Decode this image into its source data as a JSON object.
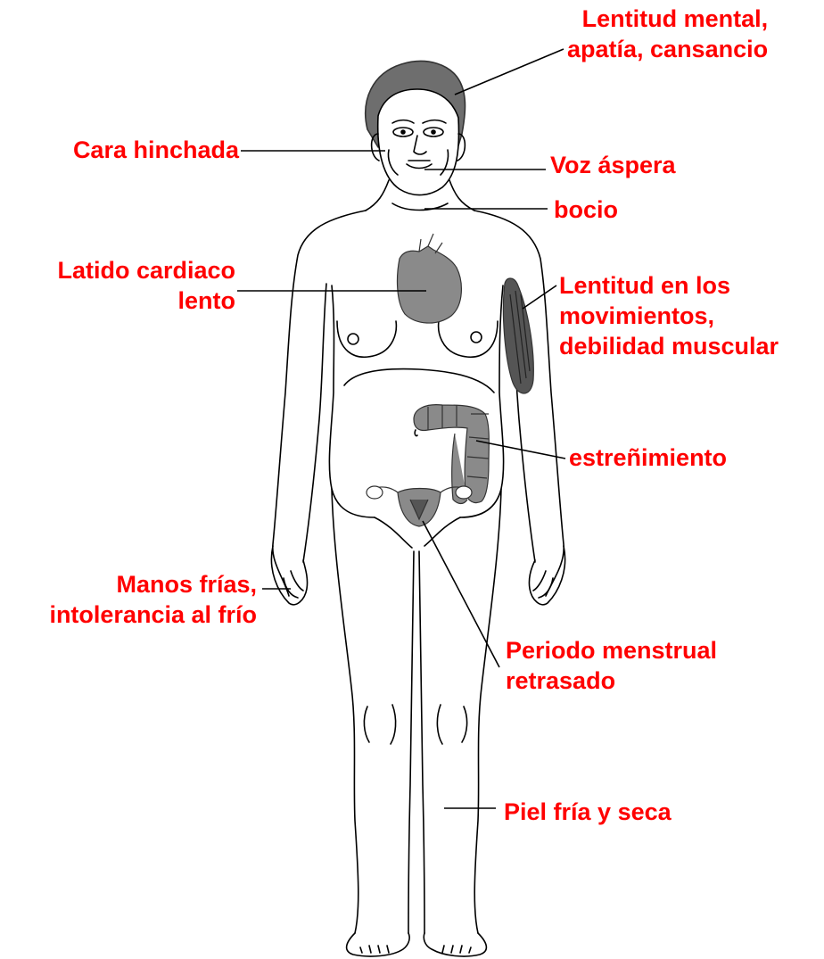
{
  "labels": {
    "mental": [
      "Lentitud mental,",
      "apatía, cansancio"
    ],
    "cara": [
      "Cara hinchada"
    ],
    "voz": [
      "Voz áspera"
    ],
    "bocio": [
      "bocio"
    ],
    "latido": [
      "Latido cardiaco",
      "lento"
    ],
    "musculo": [
      "Lentitud en los",
      "movimientos,",
      "debilidad muscular"
    ],
    "estrenimiento": [
      "estreñimiento"
    ],
    "manos": [
      "Manos frías,",
      "intolerancia al frío"
    ],
    "periodo": [
      "Periodo menstrual",
      "retrasado"
    ],
    "piel": [
      "Piel fría y seca"
    ]
  },
  "colors": {
    "label": "#ff0000",
    "outline": "#000000",
    "organ": "#8a8a8a",
    "organ_dark": "#555555",
    "hair": "#6e6e6e"
  }
}
